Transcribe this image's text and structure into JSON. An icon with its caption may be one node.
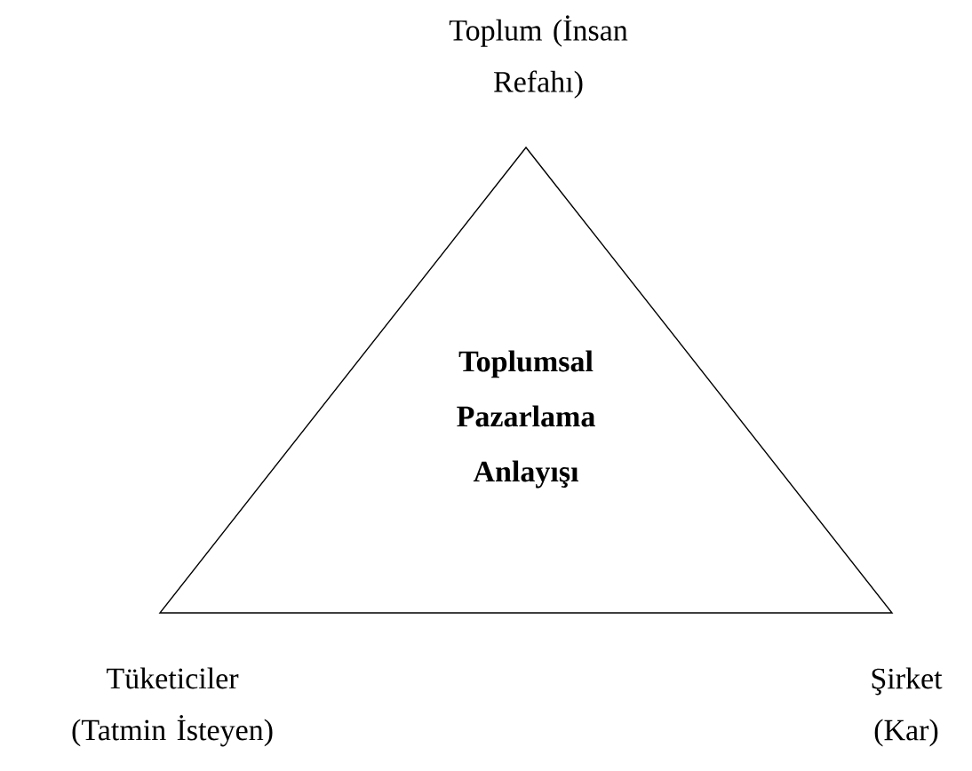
{
  "diagram": {
    "nodes": [
      {
        "text": [
          "Toplumsal Pazarlama Anlayışı"
        ]
      }
    ],
    "labels": [
      "Toplum (İnsan Refahı)",
      "Tüketiciler (Tatmin İsteyen)",
      "Şirket (Kar)"
    ]
  }
}
